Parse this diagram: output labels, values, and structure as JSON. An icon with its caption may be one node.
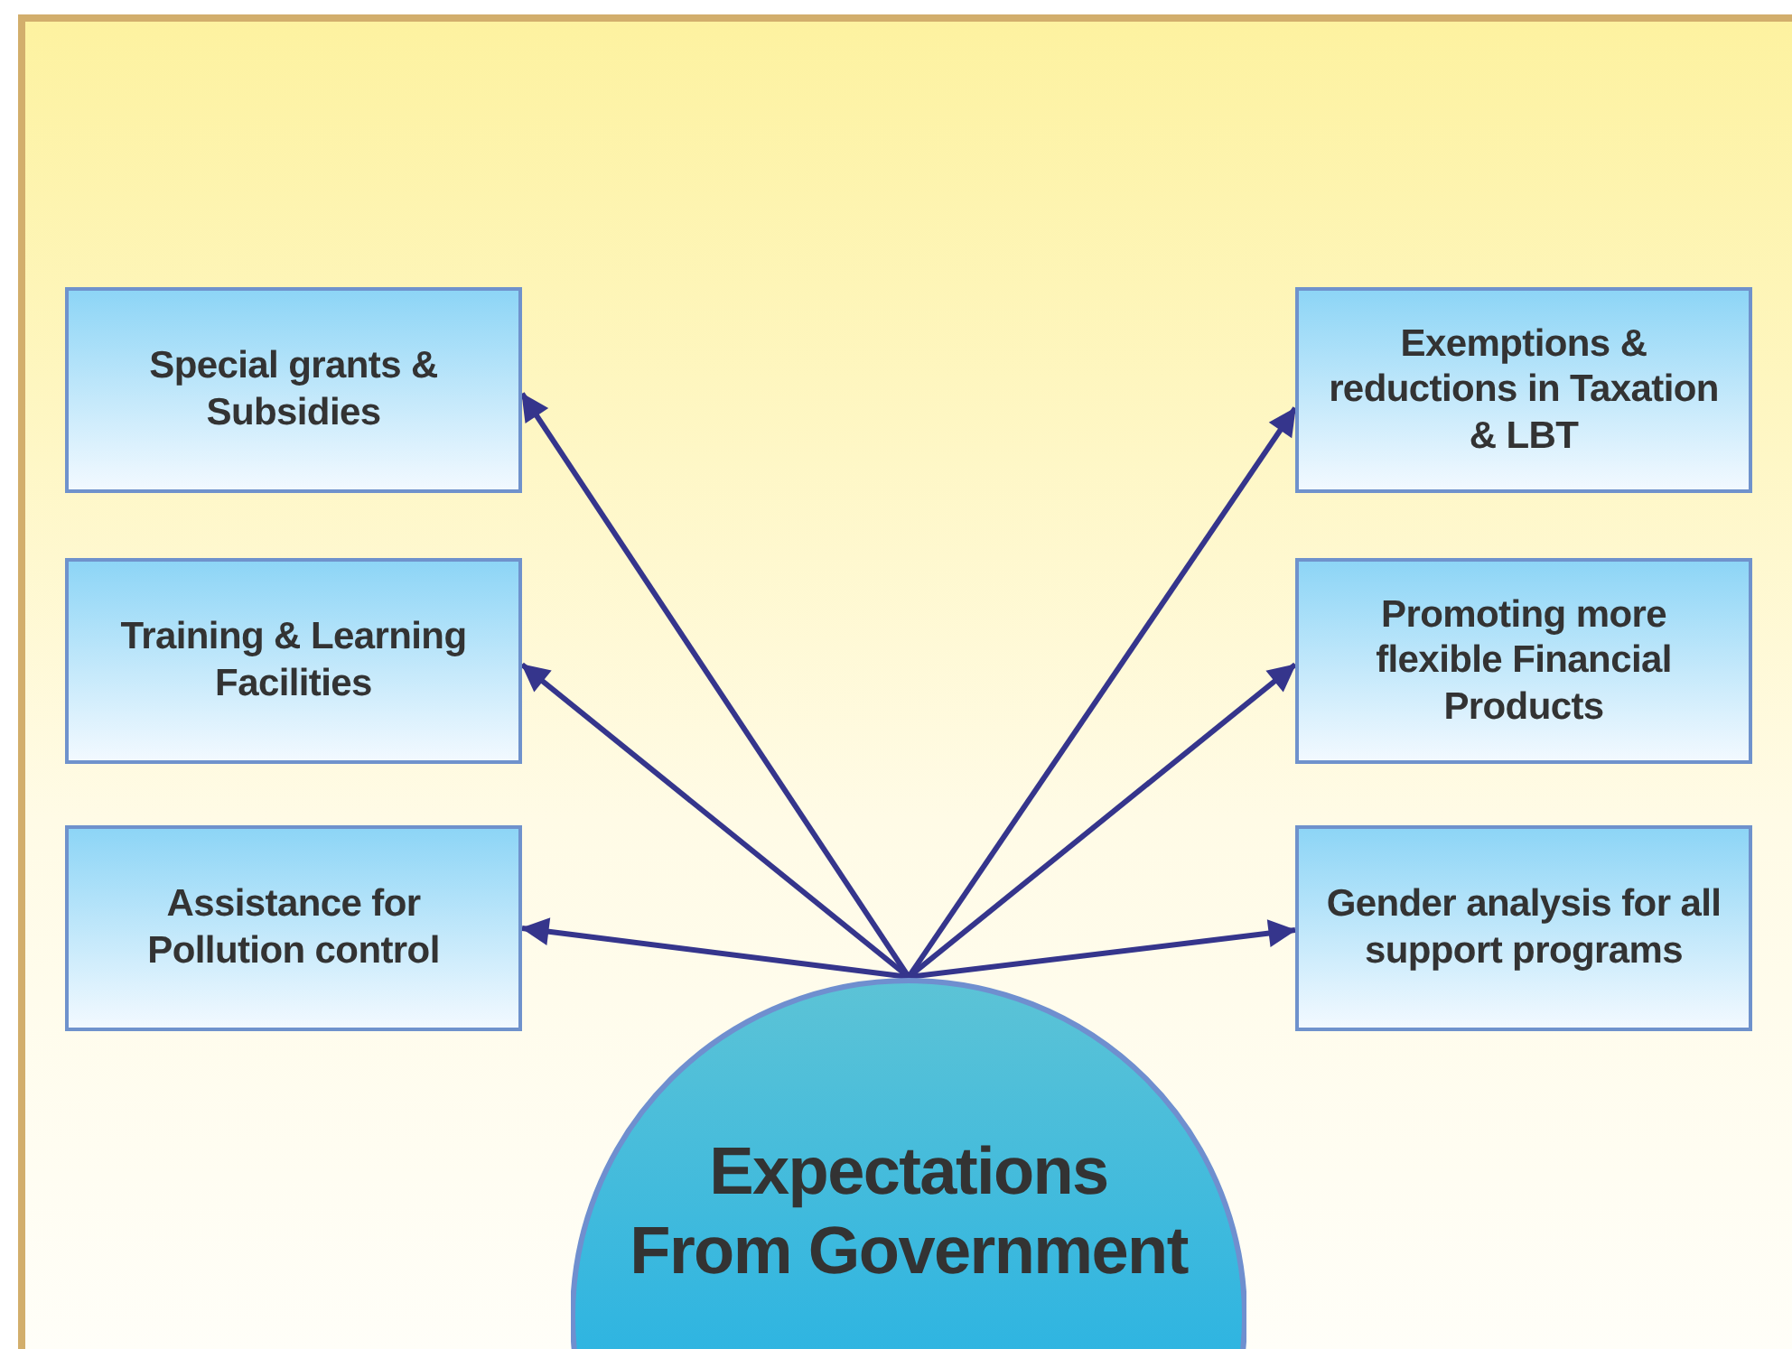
{
  "diagram": {
    "nodes": [
      {
        "text": [
          "Special grants & Subsidies"
        ]
      },
      {
        "text": [
          "Exemptions & reductions in Taxation & LBT"
        ]
      },
      {
        "text": [
          "Training & Learning Facilities"
        ]
      },
      {
        "text": [
          "Promoting more flexible Financial Products"
        ]
      },
      {
        "text": [
          "Assistance for Pollution control"
        ]
      },
      {
        "text": [
          "Gender analysis for all support programs"
        ]
      },
      {
        "text": [
          "Expectations From Government"
        ]
      }
    ],
    "edges": [
      {
        "from": 6,
        "to": 0,
        "arrow": "to"
      },
      {
        "from": 6,
        "to": 1,
        "arrow": "to"
      },
      {
        "from": 6,
        "to": 2,
        "arrow": "to"
      },
      {
        "from": 6,
        "to": 3,
        "arrow": "to"
      },
      {
        "from": 6,
        "to": 4,
        "arrow": "to"
      },
      {
        "from": 6,
        "to": 5,
        "arrow": "to"
      }
    ]
  }
}
